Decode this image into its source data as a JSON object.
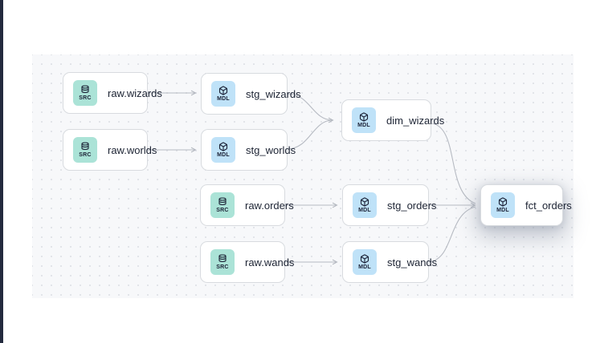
{
  "app": {
    "view": "lineage-graph"
  },
  "colors": {
    "canvas_bg": "#f7f8fa",
    "dot": "#e0e3e8",
    "node_border": "#d8dbdf",
    "src_badge_bg": "#abe3d7",
    "mdl_badge_bg": "#bfe2f8",
    "badge_text": "#1b2135",
    "edge": "#b6bac2",
    "label_text": "#1c2333",
    "sidebar_strip": "#232a3e"
  },
  "nodes": [
    {
      "id": "raw.wizards",
      "label": "raw.wizards",
      "type": "source",
      "badge": "SRC"
    },
    {
      "id": "raw.worlds",
      "label": "raw.worlds",
      "type": "source",
      "badge": "SRC"
    },
    {
      "id": "raw.orders",
      "label": "raw.orders",
      "type": "source",
      "badge": "SRC"
    },
    {
      "id": "raw.wands",
      "label": "raw.wands",
      "type": "source",
      "badge": "SRC"
    },
    {
      "id": "stg_wizards",
      "label": "stg_wizards",
      "type": "model",
      "badge": "MDL"
    },
    {
      "id": "stg_worlds",
      "label": "stg_worlds",
      "type": "model",
      "badge": "MDL"
    },
    {
      "id": "stg_orders",
      "label": "stg_orders",
      "type": "model",
      "badge": "MDL"
    },
    {
      "id": "stg_wands",
      "label": "stg_wands",
      "type": "model",
      "badge": "MDL"
    },
    {
      "id": "dim_wizards",
      "label": "dim_wizards",
      "type": "model",
      "badge": "MDL"
    },
    {
      "id": "fct_orders",
      "label": "fct_orders",
      "type": "model",
      "badge": "MDL"
    }
  ],
  "edges": [
    {
      "source": "raw.wizards",
      "target": "stg_wizards"
    },
    {
      "source": "raw.worlds",
      "target": "stg_worlds"
    },
    {
      "source": "raw.orders",
      "target": "stg_orders"
    },
    {
      "source": "raw.wands",
      "target": "stg_wands"
    },
    {
      "source": "stg_wizards",
      "target": "dim_wizards"
    },
    {
      "source": "stg_worlds",
      "target": "dim_wizards"
    },
    {
      "source": "stg_orders",
      "target": "fct_orders"
    },
    {
      "source": "stg_wands",
      "target": "fct_orders"
    },
    {
      "source": "dim_wizards",
      "target": "fct_orders"
    }
  ]
}
